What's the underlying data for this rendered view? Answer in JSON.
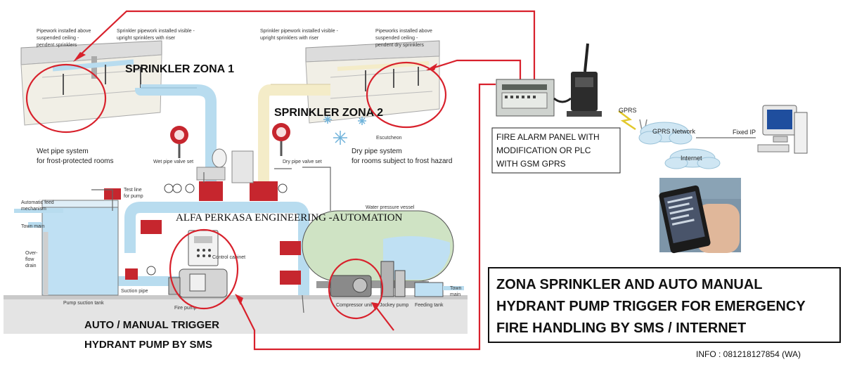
{
  "diagram": {
    "zones": {
      "zona1": "SPRINKLER ZONA 1",
      "zona2": "SPRINKLER ZONA 2"
    },
    "pipework_notes": {
      "p1": [
        "Pipework installed above",
        "suspended ceiling -",
        "pendent sprinklers"
      ],
      "p2": [
        "Sprinkler pipework installed visible -",
        "upright sprinklers with riser"
      ],
      "p3": [
        "Sprinkler pipework installed visible -",
        "upright sprinklers with riser"
      ],
      "p4": [
        "Pipeworks installed above",
        "suspended ceiling -",
        "pendent dry sprinklers"
      ]
    },
    "systems": {
      "wet": [
        "Wet pipe system",
        "for frost-protected rooms"
      ],
      "dry": [
        "Dry pipe system",
        "for rooms subject to frost hazard"
      ]
    },
    "labels": {
      "escutcheon": "Escutcheon",
      "wet_valve": "Wet pipe valve set",
      "dry_valve": "Dry pipe valve set",
      "test_line": [
        "Test line",
        "for pump"
      ],
      "auto_feed": [
        "Automatic feed",
        "mechanism"
      ],
      "town_main_left": "Town main",
      "overflow": [
        "Over-",
        "flow",
        "drain"
      ],
      "water_vessel": "Water pressure vessel",
      "control_cabinet": "Control cabinet",
      "suction_pipe": "Suction pipe",
      "pump_suction_tank": "Pump suction tank",
      "fire_pump": "Fire pump",
      "compressor": "Compressor unit",
      "jockey": "Jockey pump",
      "feeding_tank": "Feeding tank",
      "town_main_right": [
        "Town",
        "main"
      ]
    },
    "company": "ALFA PERKASA ENGINEERING -AUTOMATION",
    "trigger": [
      "AUTO / MANUAL TRIGGER",
      "HYDRANT PUMP BY SMS"
    ],
    "panel": [
      "FIRE ALARM PANEL WITH",
      "MODIFICATION   OR PLC",
      "WITH GSM GPRS"
    ],
    "network": {
      "gprs": "GPRS",
      "gprs_network": "GPRS Network",
      "fixed_ip": "Fixed IP",
      "internet": "Internet"
    },
    "title": [
      "ZONA SPRINKLER  AND AUTO MANUAL",
      "HYDRANT PUMP TRIGGER FOR EMERGENCY",
      "FIRE  HANDLING BY SMS  / INTERNET"
    ],
    "info": "INFO :  081218127854 (WA)",
    "colors": {
      "annotation_red": "#d8212c",
      "pipe_blue": "#b8dcef",
      "pipe_cream": "#f4ecc8",
      "valve_red": "#c6262e",
      "water": "#bfe0f3",
      "vessel_green": "#cfe3c4"
    }
  }
}
